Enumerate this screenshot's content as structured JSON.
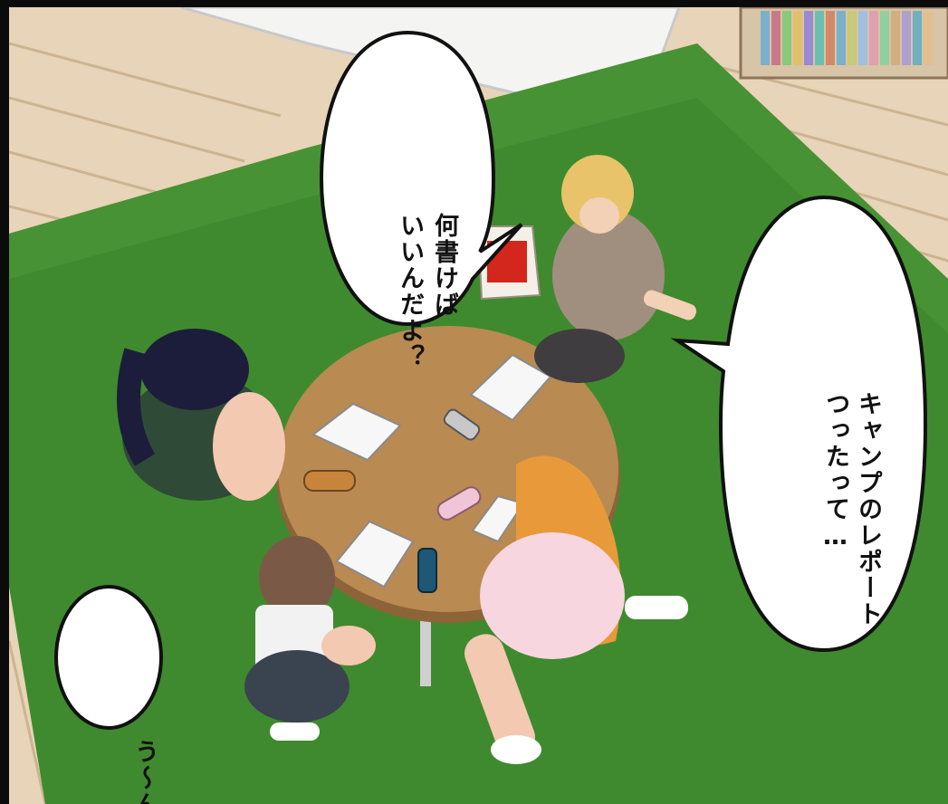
{
  "speech_bubbles": {
    "top_center": {
      "lines": [
        "何書けば",
        "いいんだよ？"
      ]
    },
    "right": {
      "lines": [
        "キャンプのレポート",
        "つったって…"
      ]
    },
    "bottom_left": {
      "lines": [
        "う～ん"
      ]
    }
  },
  "colors": {
    "floor": "#e9d7bf",
    "rug": "#3f8a2e",
    "table": "#b98a52",
    "bubble_fill": "#ffffff",
    "bubble_outline": "#111111"
  }
}
